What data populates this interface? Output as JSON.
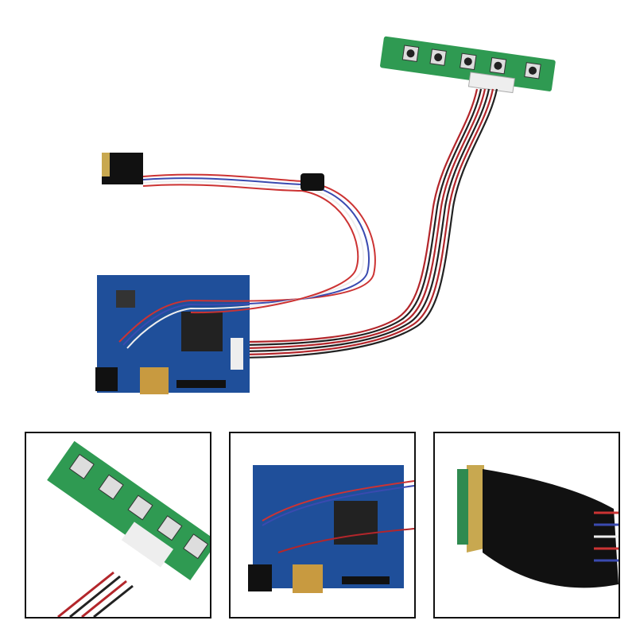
{
  "colors": {
    "background": "#ffffff",
    "keypad_board": "#2f9a52",
    "driver_board": "#1f4f9a",
    "ribbon_red": "#b3262b",
    "ribbon_black": "#222222",
    "thumbnail_border": "#111111"
  },
  "images": {
    "main": "lcd-driver-board-kit",
    "thumbnails": [
      "keypad-board-closeup",
      "driver-board-closeup",
      "lvds-connector-closeup"
    ]
  }
}
